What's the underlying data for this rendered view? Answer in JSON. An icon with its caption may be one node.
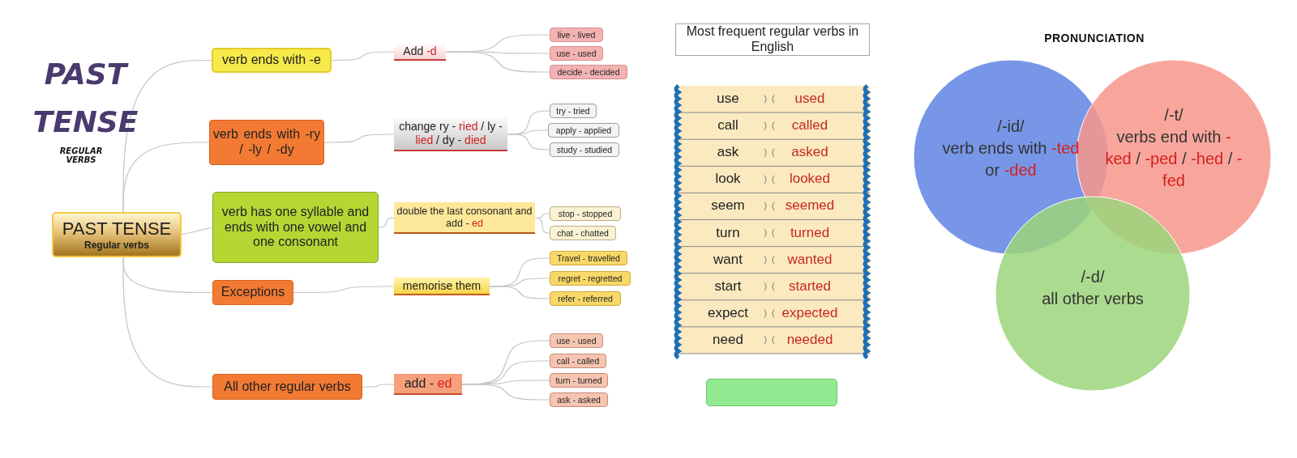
{
  "diagram": {
    "title": "PAST TENSE",
    "nodes": [
      {
        "text": [
          "PAST TENSE",
          "Regular verbs"
        ]
      },
      {
        "text": [
          "verb ends with -e"
        ]
      },
      {
        "text": [
          "verb ends with -ry / -ly / -dy"
        ]
      },
      {
        "text": [
          "verb has one syllable and ends with one vowel and one consonant"
        ]
      },
      {
        "text": [
          "Exceptions"
        ]
      },
      {
        "text": [
          "All other regular verbs"
        ]
      },
      {
        "text": [
          "Add **-d**"
        ]
      },
      {
        "text": [
          "live - lived"
        ]
      },
      {
        "text": [
          "use - used"
        ]
      },
      {
        "text": [
          "decide - decided"
        ]
      },
      {
        "text": [
          "change ry - **ried** / ly - **lied** / dy - **died**"
        ]
      },
      {
        "text": [
          "try - tried"
        ]
      },
      {
        "text": [
          "apply - applied"
        ]
      },
      {
        "text": [
          "study - studied"
        ]
      },
      {
        "text": [
          "double the last consonant and add - **ed**"
        ]
      },
      {
        "text": [
          "stop - stopped"
        ]
      },
      {
        "text": [
          "chat - chatted"
        ]
      },
      {
        "text": [
          "memorise them"
        ]
      },
      {
        "text": [
          "Travel - travelled"
        ]
      },
      {
        "text": [
          "regret - regretted"
        ]
      },
      {
        "text": [
          "refer - referred"
        ]
      },
      {
        "text": [
          "add - **ed**"
        ]
      },
      {
        "text": [
          "use - used"
        ]
      },
      {
        "text": [
          "call - called"
        ]
      },
      {
        "text": [
          "turn - turned"
        ]
      },
      {
        "text": [
          "ask - asked"
        ]
      },
      {
        "text": [
          "Most frequent regular verbs in English"
        ]
      },
      {
        "text": [],
        "shape": "box"
      },
      {
        "text": [
          "/-id/",
          "verb ends with **-ted** or **-ded**"
        ]
      },
      {
        "text": [
          "/-t/",
          "verbs end with **-ked** / **-ped** / **-hed** / **-fed**"
        ]
      },
      {
        "text": [
          "/-d/",
          "all other verbs"
        ]
      }
    ],
    "edges": [
      {
        "from": 0,
        "to": 1,
        "arrow": "none"
      },
      {
        "from": 0,
        "to": 2,
        "arrow": "none"
      },
      {
        "from": 0,
        "to": 3,
        "arrow": "none"
      },
      {
        "from": 0,
        "to": 4,
        "arrow": "none"
      },
      {
        "from": 0,
        "to": 5,
        "arrow": "none"
      },
      {
        "from": 1,
        "to": 6,
        "arrow": "none"
      },
      {
        "from": 6,
        "to": 7,
        "arrow": "none"
      },
      {
        "from": 6,
        "to": 8,
        "arrow": "none"
      },
      {
        "from": 6,
        "to": 9,
        "arrow": "none"
      },
      {
        "from": 2,
        "to": 10,
        "arrow": "none"
      },
      {
        "from": 10,
        "to": 11,
        "arrow": "none"
      },
      {
        "from": 10,
        "to": 12,
        "arrow": "none"
      },
      {
        "from": 10,
        "to": 13,
        "arrow": "none"
      },
      {
        "from": 3,
        "to": 14,
        "arrow": "none"
      },
      {
        "from": 14,
        "to": 15,
        "arrow": "none"
      },
      {
        "from": 14,
        "to": 16,
        "arrow": "none"
      },
      {
        "from": 4,
        "to": 17,
        "arrow": "none"
      },
      {
        "from": 17,
        "to": 18,
        "arrow": "none"
      },
      {
        "from": 17,
        "to": 19,
        "arrow": "none"
      },
      {
        "from": 17,
        "to": 20,
        "arrow": "none"
      },
      {
        "from": 5,
        "to": 21,
        "arrow": "none"
      },
      {
        "from": 21,
        "to": 22,
        "arrow": "none"
      },
      {
        "from": 21,
        "to": 23,
        "arrow": "none"
      },
      {
        "from": 21,
        "to": 24,
        "arrow": "none"
      },
      {
        "from": 21,
        "to": 25,
        "arrow": "none"
      }
    ],
    "labels": [
      "REGULAR VERBS",
      "use",
      "used",
      "call",
      "called",
      "ask",
      "asked",
      "look",
      "looked",
      "seem",
      "seemed",
      "turn",
      "turned",
      "want",
      "wanted",
      "start",
      "started",
      "expect",
      "expected",
      "need",
      "needed",
      "PRONUNCIATION"
    ]
  }
}
